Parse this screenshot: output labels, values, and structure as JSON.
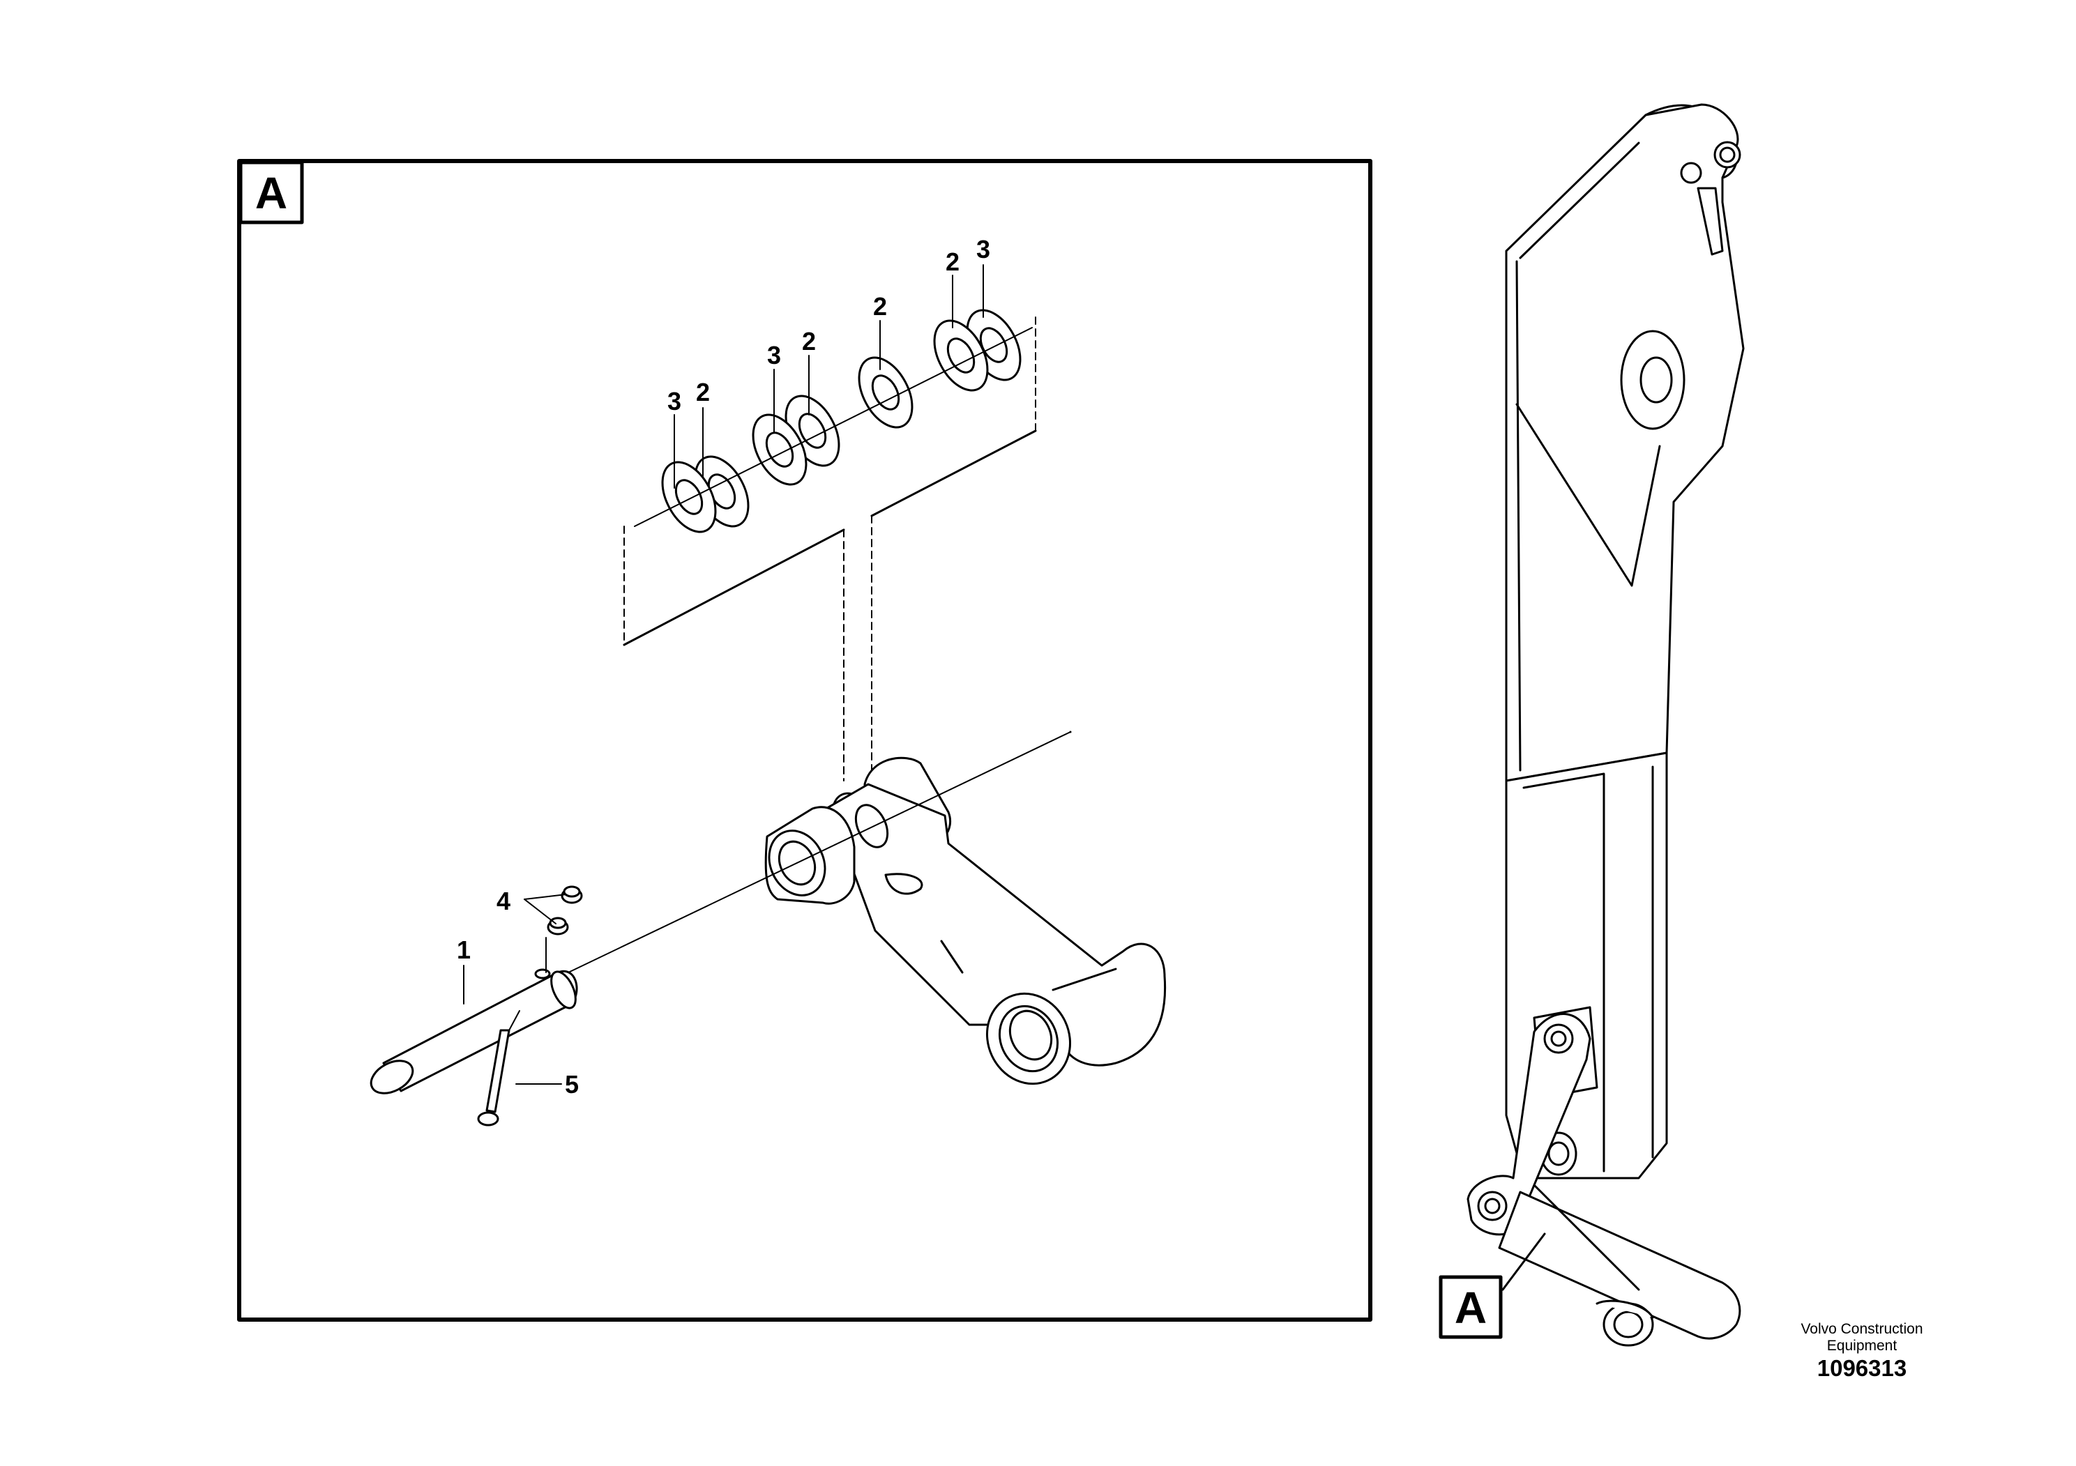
{
  "detail_view": {
    "letter": "A"
  },
  "overview": {
    "letter": "A"
  },
  "callouts": [
    {
      "part": "1",
      "text": "1"
    },
    {
      "part": "2",
      "text": "2"
    },
    {
      "part": "3",
      "text": "3"
    },
    {
      "part": "4",
      "text": "4"
    },
    {
      "part": "5",
      "text": "5"
    }
  ],
  "labels": {
    "washer_3_a": "3",
    "washer_2_a": "2",
    "washer_3_b": "3",
    "washer_2_b": "2",
    "washer_2_c": "2",
    "washer_2_d": "2",
    "washer_3_d": "3",
    "pin_1": "1",
    "nut_4": "4",
    "bolt_5": "5"
  },
  "credit": {
    "company_line1": "Volvo Construction",
    "company_line2": "Equipment",
    "drawing_number": "1096313"
  }
}
